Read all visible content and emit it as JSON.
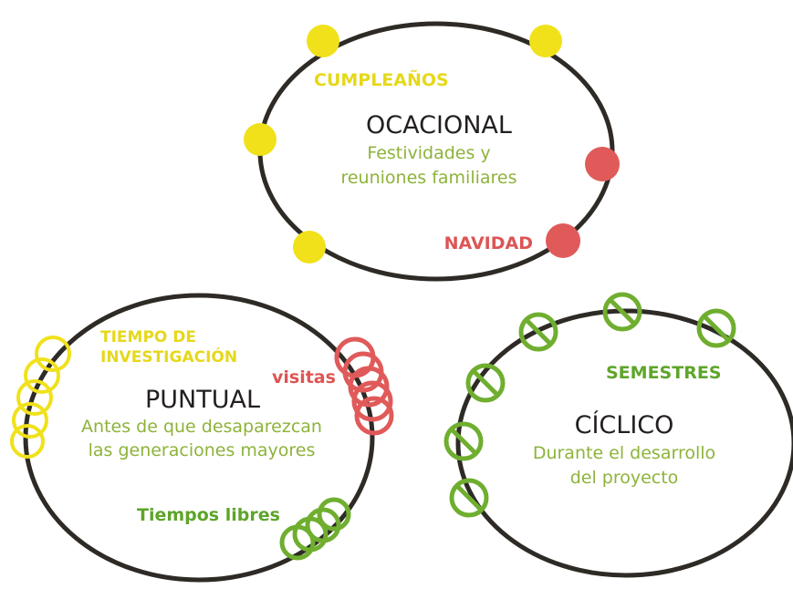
{
  "colors": {
    "ink": "#2e2a25",
    "yellow": "#f0e11a",
    "yellow_text": "#e6d81a",
    "red": "#e05a5a",
    "red_text": "#dd5555",
    "green": "#6fae2f",
    "green_text": "#5ea52a",
    "desc_text": "#8db33a",
    "title_text": "#231f20"
  },
  "ocasional": {
    "title": "OCACIONAL",
    "description_line1": "Festividades y",
    "description_line2": "reuniones familiares",
    "tag_cumpleanos": "CUMPLEAÑOS",
    "tag_navidad": "NAVIDAD"
  },
  "puntual": {
    "title": "PUNTUAL",
    "description_line1": "Antes de que desaparezcan",
    "description_line2": "las generaciones mayores",
    "tag_investigacion_line1": "TIEMPO DE",
    "tag_investigacion_line2": "INVESTIGACIÓN",
    "tag_visitas": "visitas",
    "tag_tiempos_libres": "Tiempos libres"
  },
  "ciclico": {
    "title": "CÍCLICO",
    "description_line1": "Durante el desarrollo",
    "description_line2": "del proyecto",
    "tag_semestres": "SEMESTRES"
  }
}
